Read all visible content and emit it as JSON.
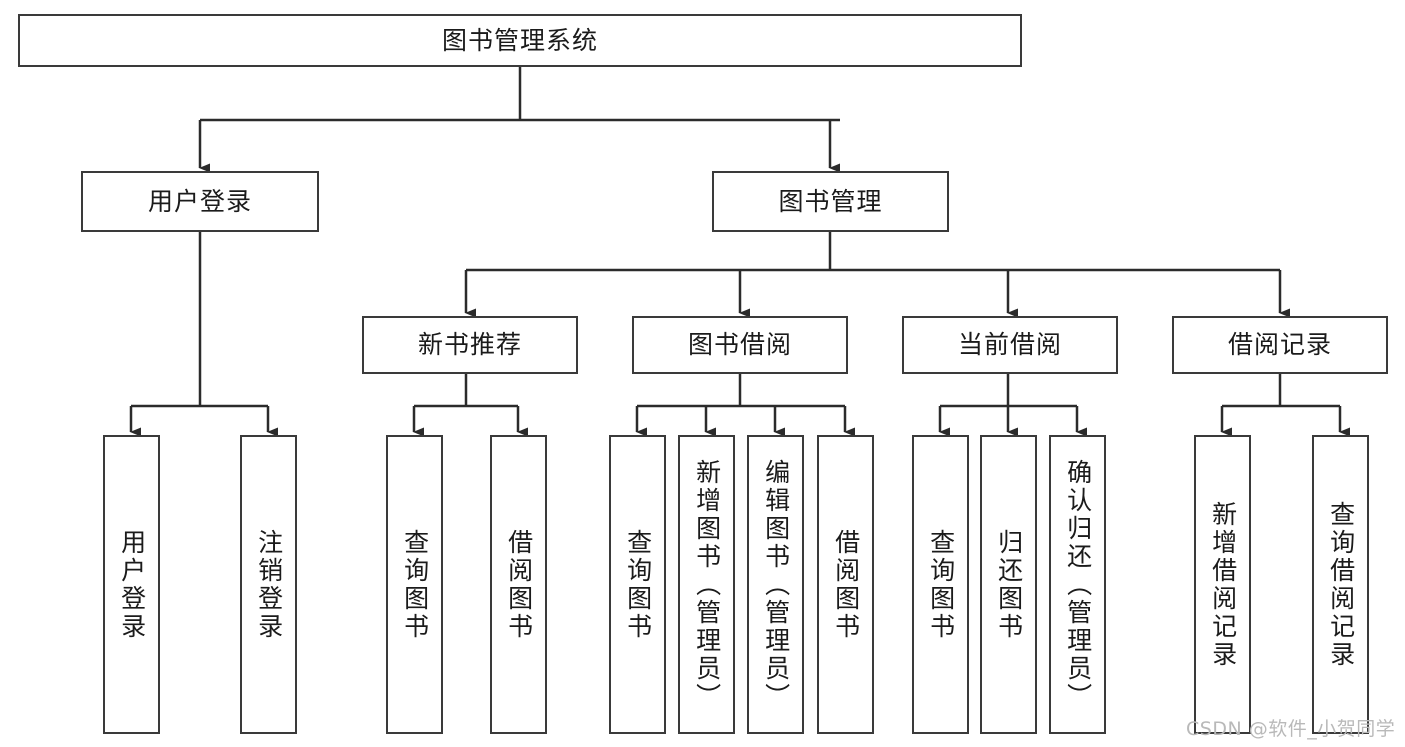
{
  "diagram": {
    "type": "tree-hierarchy-chart",
    "title": "图书管理系统",
    "orientation": "top-down",
    "levels": 4,
    "colors": {
      "box_border": "#3a3a3a",
      "box_fill": "#ffffff",
      "connector": "#2b2b2b",
      "text": "#1b1b1b",
      "watermark": "#b9b9b9",
      "background": "#ffffff"
    }
  },
  "root": {
    "label": "图书管理系统"
  },
  "level2": [
    {
      "label": "用户登录"
    },
    {
      "label": "图书管理"
    }
  ],
  "level3": [
    {
      "label": "新书推荐"
    },
    {
      "label": "图书借阅"
    },
    {
      "label": "当前借阅"
    },
    {
      "label": "借阅记录"
    }
  ],
  "leaves": {
    "user_login": [
      {
        "label": "用户登录"
      },
      {
        "label": "注销登录"
      }
    ],
    "new_book_recommend": [
      {
        "label": "查询图书"
      },
      {
        "label": "借阅图书"
      }
    ],
    "book_borrow": [
      {
        "label": "查询图书"
      },
      {
        "label": "新增图书（管理员）"
      },
      {
        "label": "编辑图书（管理员）"
      },
      {
        "label": "借阅图书"
      }
    ],
    "current_borrow": [
      {
        "label": "查询图书"
      },
      {
        "label": "归还图书"
      },
      {
        "label": "确认归还（管理员）"
      }
    ],
    "borrow_record": [
      {
        "label": "新增借阅记录"
      },
      {
        "label": "查询借阅记录"
      }
    ]
  },
  "watermark": {
    "text": "CSDN @软件_小贺同学"
  }
}
